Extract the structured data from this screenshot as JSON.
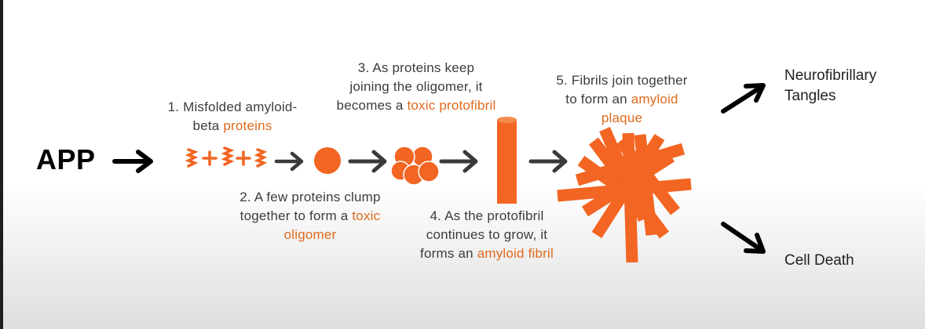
{
  "app": {
    "label": "APP"
  },
  "steps": [
    {
      "line1": "1. Misfolded amyloid-",
      "line2_pre": "beta ",
      "line2_hl": "proteins"
    },
    {
      "line1": "2. A few proteins clump",
      "line2_pre": "together to form a ",
      "line2_hl": "toxic",
      "line3_hl": "oligomer"
    },
    {
      "line1": "3. As proteins keep",
      "line2": "joining the oligomer, it",
      "line3_pre": "becomes a ",
      "line3_hl": "toxic protofibril"
    },
    {
      "line1": "4. As the protofibril",
      "line2": "continues to grow, it",
      "line3_pre": "forms an ",
      "line3_hl": "amyloid fibril"
    },
    {
      "line1": "5. Fibrils join together",
      "line2_pre": "to form an ",
      "line2_hl": "amyloid",
      "line3_hl": "plaque"
    }
  ],
  "protein_symbols": {
    "plus": "+"
  },
  "outcomes": {
    "tangles_line1": "Neurofibrillary",
    "tangles_line2": "Tangles",
    "cell_death": "Cell Death"
  },
  "colors": {
    "accent": "#f26522",
    "text_highlight": "#e06a1d",
    "arrow_gray": "#3a3a3a",
    "arrow_black": "#000000"
  }
}
